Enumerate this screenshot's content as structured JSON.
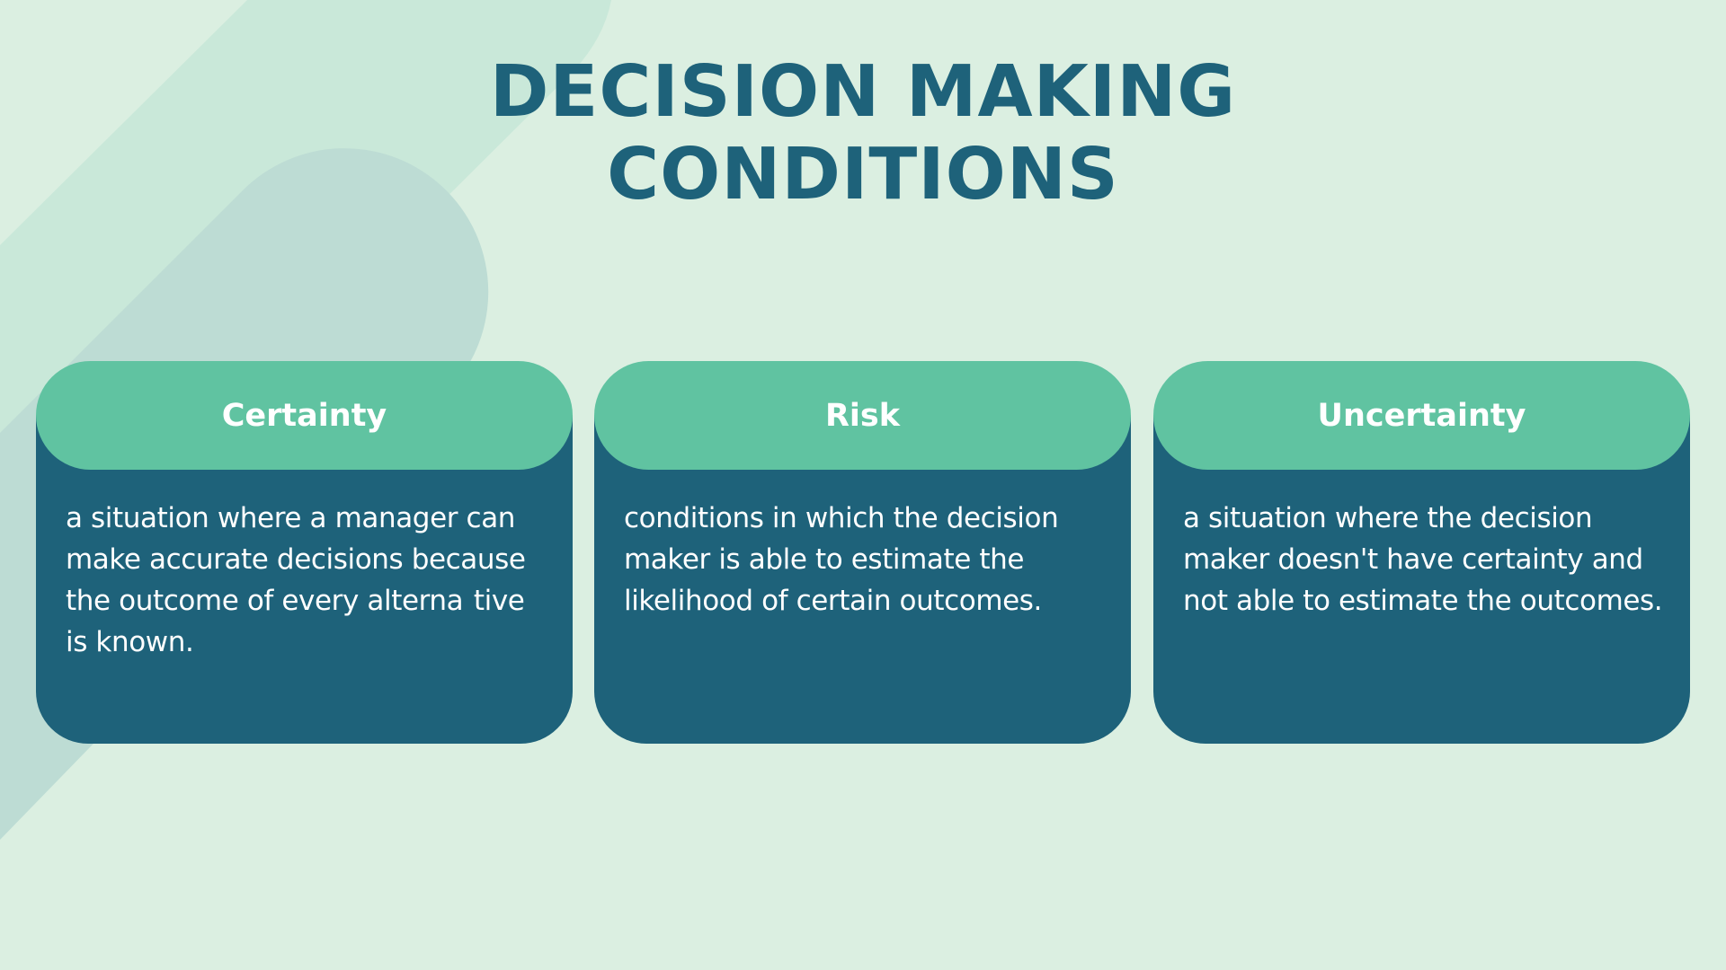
{
  "slide": {
    "title_lines": [
      "DECISION MAKING",
      "CONDITIONS"
    ],
    "colors": {
      "background": "#dbefe1",
      "title": "#1e627a",
      "card_header": "#60c3a1",
      "card_body": "#1e627a",
      "card_text": "#ffffff"
    },
    "cards": [
      {
        "title": "Certainty",
        "text": "a situation where a manager can make accurate decisions because the outcome of every alterna  tive is known."
      },
      {
        "title": "Risk",
        "text": "conditions in which the decision maker is able to estimate the likelihood of certain outcomes."
      },
      {
        "title": "Uncertainty",
        "text": "a situation where the decision maker doesn't have certainty and not able to estimate the outcomes."
      }
    ]
  }
}
